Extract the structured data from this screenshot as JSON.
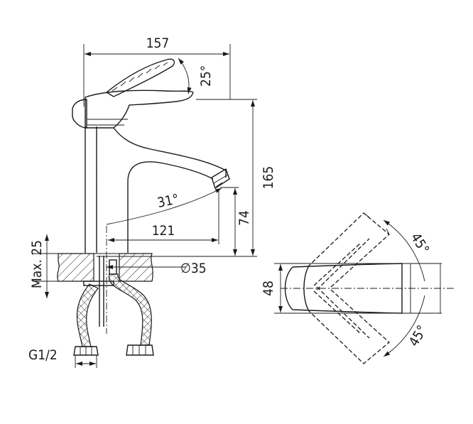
{
  "drawing": {
    "dimensions": {
      "total_length": "157",
      "lever_angle": "25°",
      "height": "165",
      "spout_angle": "31°",
      "spout_reach": "121",
      "spout_height": "74",
      "max_deck_thickness": "Max. 25",
      "hole_diameter": "∅35",
      "thread": "G1/2",
      "lever_width": "48",
      "rotation_top": "45°",
      "rotation_bottom": "45°"
    }
  }
}
